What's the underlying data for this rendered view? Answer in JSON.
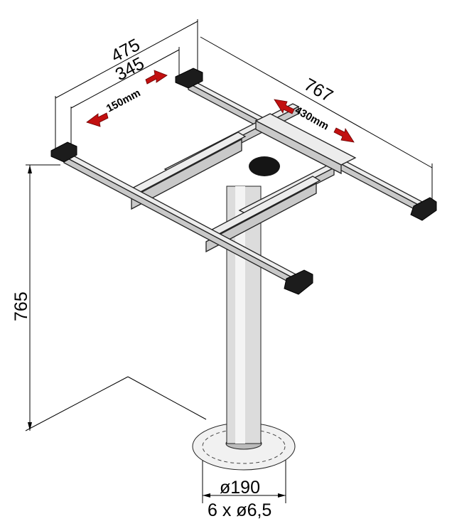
{
  "dimensions": {
    "width_outer": "475",
    "width_inner": "345",
    "depth": "767",
    "height": "765",
    "base_diameter": "ø190",
    "base_holes": "6 x ø6,5"
  },
  "adjustments": {
    "left_travel": "150mm",
    "right_travel": "430mm"
  },
  "colors": {
    "arrow": "#c21010",
    "frame": "#ececec",
    "feet": "#1c1c1c"
  }
}
